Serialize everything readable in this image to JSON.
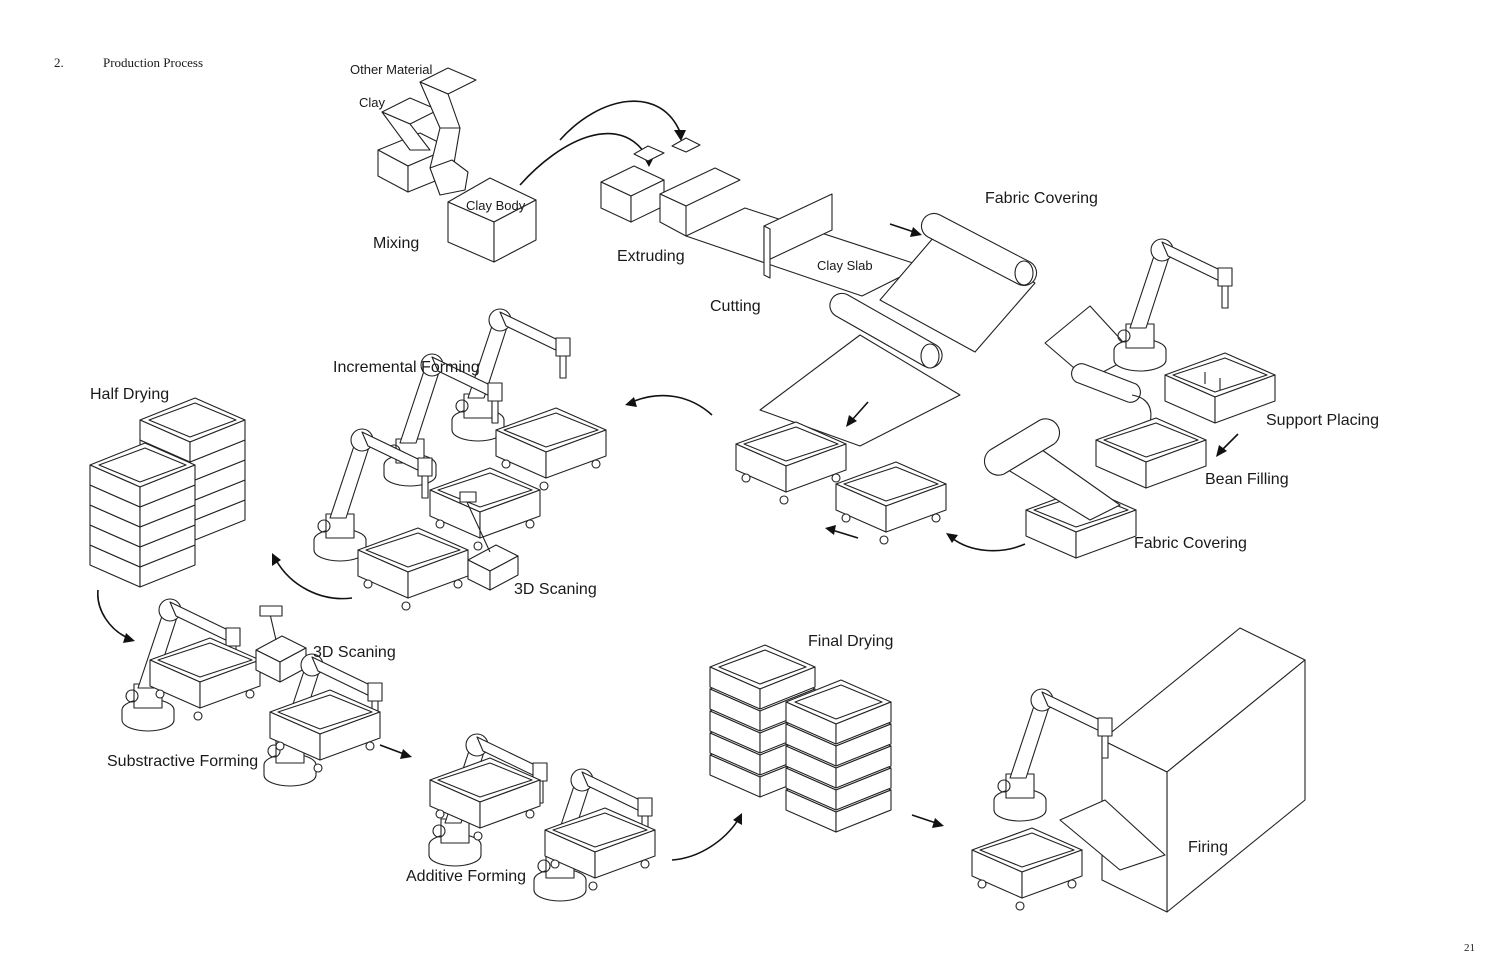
{
  "header": {
    "number": "2.",
    "title": "Production Process"
  },
  "page_number": "21",
  "labels": {
    "other_material": "Other Material",
    "clay": "Clay",
    "clay_body": "Clay Body",
    "mixing": "Mixing",
    "extruding": "Extruding",
    "cutting": "Cutting",
    "clay_slab": "Clay Slab",
    "fabric_covering_top": "Fabric Covering",
    "support_placing": "Support Placing",
    "bean_filling": "Bean Filling",
    "fabric_covering_right": "Fabric Covering",
    "incremental_forming": "Incremental Forming",
    "half_drying": "Half Drying",
    "scanning_1": "3D Scaning",
    "scanning_2": "3D Scaning",
    "substractive_forming": "Substractive Forming",
    "additive_forming": "Additive Forming",
    "final_drying": "Final Drying",
    "firing": "Firing"
  }
}
